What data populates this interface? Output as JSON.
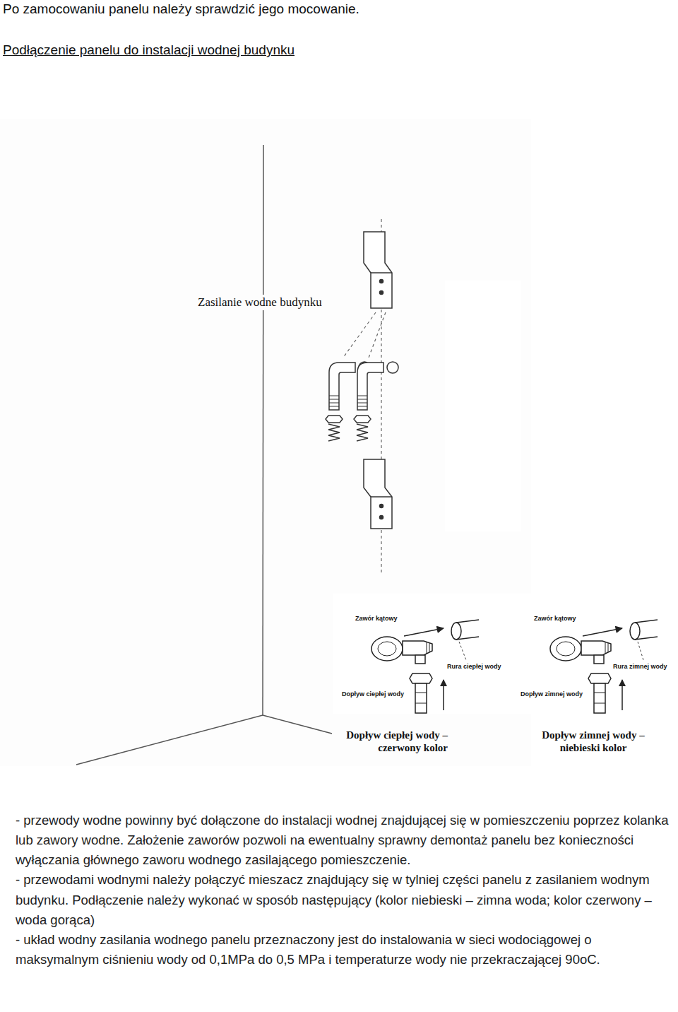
{
  "diagram": {
    "title": "Podłączenie panelu do instalacji wodnej budynku",
    "labels": [
      "Po zamocowaniu panelu należy sprawdzić jego mocowanie.",
      "Zasilanie wodne budynku",
      "Zawór kątowy",
      "Rura ciepłej wody",
      "Dopływ ciepłej wody",
      "Zawór kątowy",
      "Rura zimnej wody",
      "Dopływ zimnej wody",
      "Dopływ ciepłej wody – czerwony kolor",
      "Dopływ zimnej wody – niebieski kolor",
      "- przewody wodne powinny być dołączone do instalacji wodnej znajdującej się w pomieszczeniu poprzez kolanka lub zawory wodne. Założenie zaworów pozwoli na ewentualny sprawny demontaż panelu bez konieczności wyłączania głównego zaworu wodnego zasilającego pomieszczenie.",
      "- przewodami wodnymi należy połączyć mieszacz znajdujący się w tylniej części panelu z zasilaniem wodnym budynku. Podłączenie należy wykonać w sposób następujący (kolor niebieski – zimna woda; kolor czerwony – woda gorąca)",
      "- układ wodny zasilania wodnego panelu przeznaczony jest do instalowania w sieci wodociągowej o maksymalnym ciśnieniu wody od 0,1MPa do 0,5 MPa i temperaturze wody nie przekraczającej 90oC."
    ]
  }
}
